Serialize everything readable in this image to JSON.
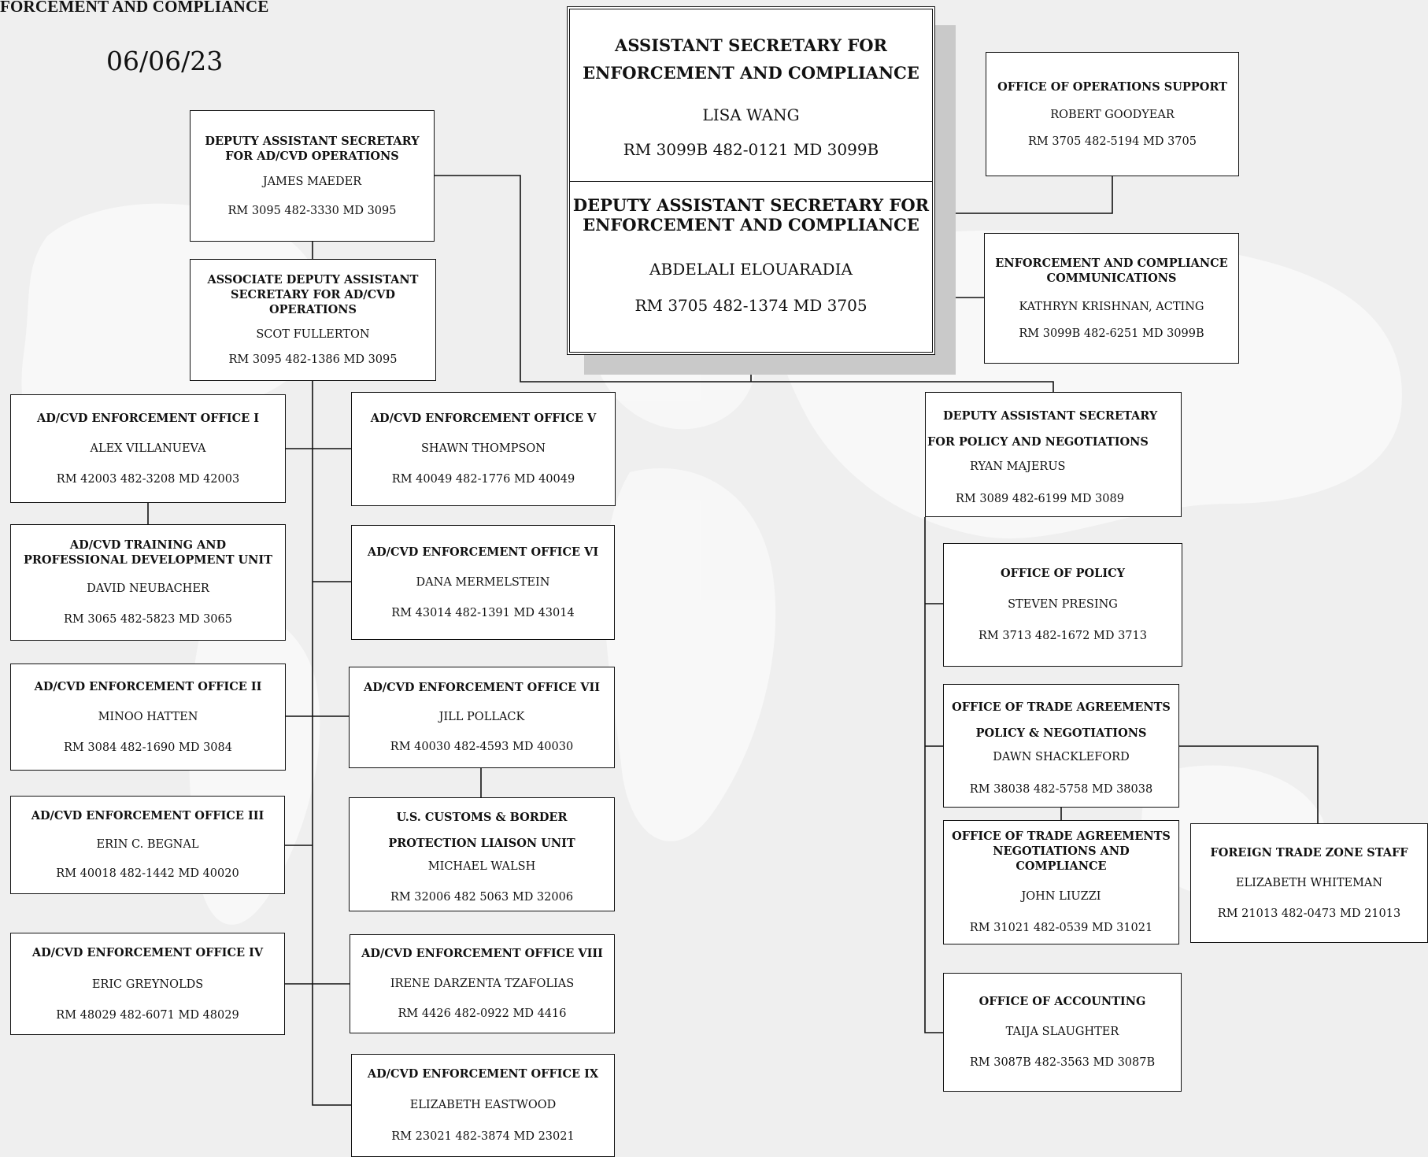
{
  "header": {
    "heading": "FORCEMENT AND COMPLIANCE",
    "date": "06/06/23"
  },
  "top": {
    "as": {
      "title_line1": "ASSISTANT SECRETARY FOR",
      "title_line2": "ENFORCEMENT AND COMPLIANCE",
      "name": "LISA WANG",
      "room": "RM 3099B 482-0121 MD 3099B"
    },
    "das": {
      "title_line1": "DEPUTY ASSISTANT SECRETARY FOR",
      "title_line2": "ENFORCEMENT AND COMPLIANCE",
      "name": "ABDELALI ELOUARADIA",
      "room": "RM 3705 482-1374 MD 3705"
    }
  },
  "ops_support": {
    "t1": "OFFICE OF OPERATIONS SUPPORT",
    "name": "ROBERT GOODYEAR",
    "room": "RM 3705 482-5194 MD 3705"
  },
  "ec_comms": {
    "t1": "ENFORCEMENT AND COMPLIANCE",
    "t2": "COMMUNICATIONS",
    "name": "KATHRYN KRISHNAN, ACTING",
    "room": "RM 3099B 482-6251 MD 3099B"
  },
  "das_adcvd": {
    "t1": "DEPUTY ASSISTANT SECRETARY",
    "t2": "FOR AD/CVD OPERATIONS",
    "name": "JAMES MAEDER",
    "room": "RM 3095 482-3330 MD 3095"
  },
  "adas_adcvd": {
    "t1": "ASSOCIATE DEPUTY ASSISTANT",
    "t2": "SECRETARY FOR AD/CVD",
    "t3": "OPERATIONS",
    "name": "SCOT FULLERTON",
    "room": "RM 3095 482-1386  MD  3095"
  },
  "office1": {
    "t1": "AD/CVD ENFORCEMENT OFFICE I",
    "name": "ALEX VILLANUEVA",
    "room": "RM 42003  482-3208 MD 42003"
  },
  "training": {
    "t1": "AD/CVD TRAINING AND",
    "t2": "PROFESSIONAL DEVELOPMENT UNIT",
    "name": "DAVID NEUBACHER",
    "room": "RM 3065  482-5823 MD 3065"
  },
  "office2": {
    "t1": "AD/CVD ENFORCEMENT OFFICE II",
    "name": "MINOO HATTEN",
    "room": "RM 3084 482-1690 MD 3084"
  },
  "office3": {
    "t1": "AD/CVD ENFORCEMENT OFFICE III",
    "name": "ERIN C. BEGNAL",
    "room": "RM 40018  482-1442 MD 40020"
  },
  "office4": {
    "t1": "AD/CVD ENFORCEMENT OFFICE IV",
    "name": "ERIC GREYNOLDS",
    "room": "RM 48029 482-6071 MD 48029"
  },
  "office5": {
    "t1": "AD/CVD ENFORCEMENT OFFICE V",
    "name": "SHAWN THOMPSON",
    "room": "RM 40049 482-1776  MD 40049"
  },
  "office6": {
    "t1": "AD/CVD ENFORCEMENT OFFICE VI",
    "name": "DANA MERMELSTEIN",
    "room": "RM 43014 482-1391 MD 43014"
  },
  "office7": {
    "t1": "AD/CVD ENFORCEMENT OFFICE VII",
    "name": "JILL POLLACK",
    "room": "RM 40030 482-4593  MD 40030"
  },
  "cbp": {
    "t1": "U.S. CUSTOMS & BORDER",
    "t2": "PROTECTION LIAISON UNIT",
    "name": "MICHAEL WALSH",
    "room": "RM 32006 482 5063 MD 32006"
  },
  "office8": {
    "t1": "AD/CVD ENFORCEMENT OFFICE VIII",
    "name": "IRENE DARZENTA TZAFOLIAS",
    "room": "RM 4426 482-0922 MD 4416"
  },
  "office9": {
    "t1": "AD/CVD ENFORCEMENT OFFICE IX",
    "name": "ELIZABETH EASTWOOD",
    "room": "RM 23021 482-3874 MD 23021"
  },
  "das_policy": {
    "t1": "DEPUTY ASSISTANT SECRETARY",
    "t2": "FOR POLICY AND NEGOTIATIONS",
    "name": "RYAN MAJERUS",
    "room": "RM 3089 482-6199 MD 3089"
  },
  "office_policy": {
    "t1": "OFFICE OF POLICY",
    "name": "STEVEN PRESING",
    "room": "RM 3713 482-1672 MD 3713"
  },
  "otapn": {
    "t1": "OFFICE OF TRADE AGREEMENTS",
    "t2": "POLICY & NEGOTIATIONS",
    "name": "DAWN SHACKLEFORD",
    "room": "RM 38038 482-5758 MD 38038"
  },
  "otanc": {
    "t1": "OFFICE OF TRADE AGREEMENTS",
    "t2": "NEGOTIATIONS AND",
    "t3": "COMPLIANCE",
    "name": "JOHN LIUZZI",
    "room": "RM 31021 482-0539 MD 31021"
  },
  "ftz": {
    "t1": "FOREIGN TRADE ZONE STAFF",
    "name": "ELIZABETH WHITEMAN",
    "room": "RM 21013  482-0473 MD 21013"
  },
  "accounting": {
    "t1": "OFFICE OF ACCOUNTING",
    "name": "TAIJA SLAUGHTER",
    "room": "RM 3087B 482-3563 MD 3087B"
  }
}
